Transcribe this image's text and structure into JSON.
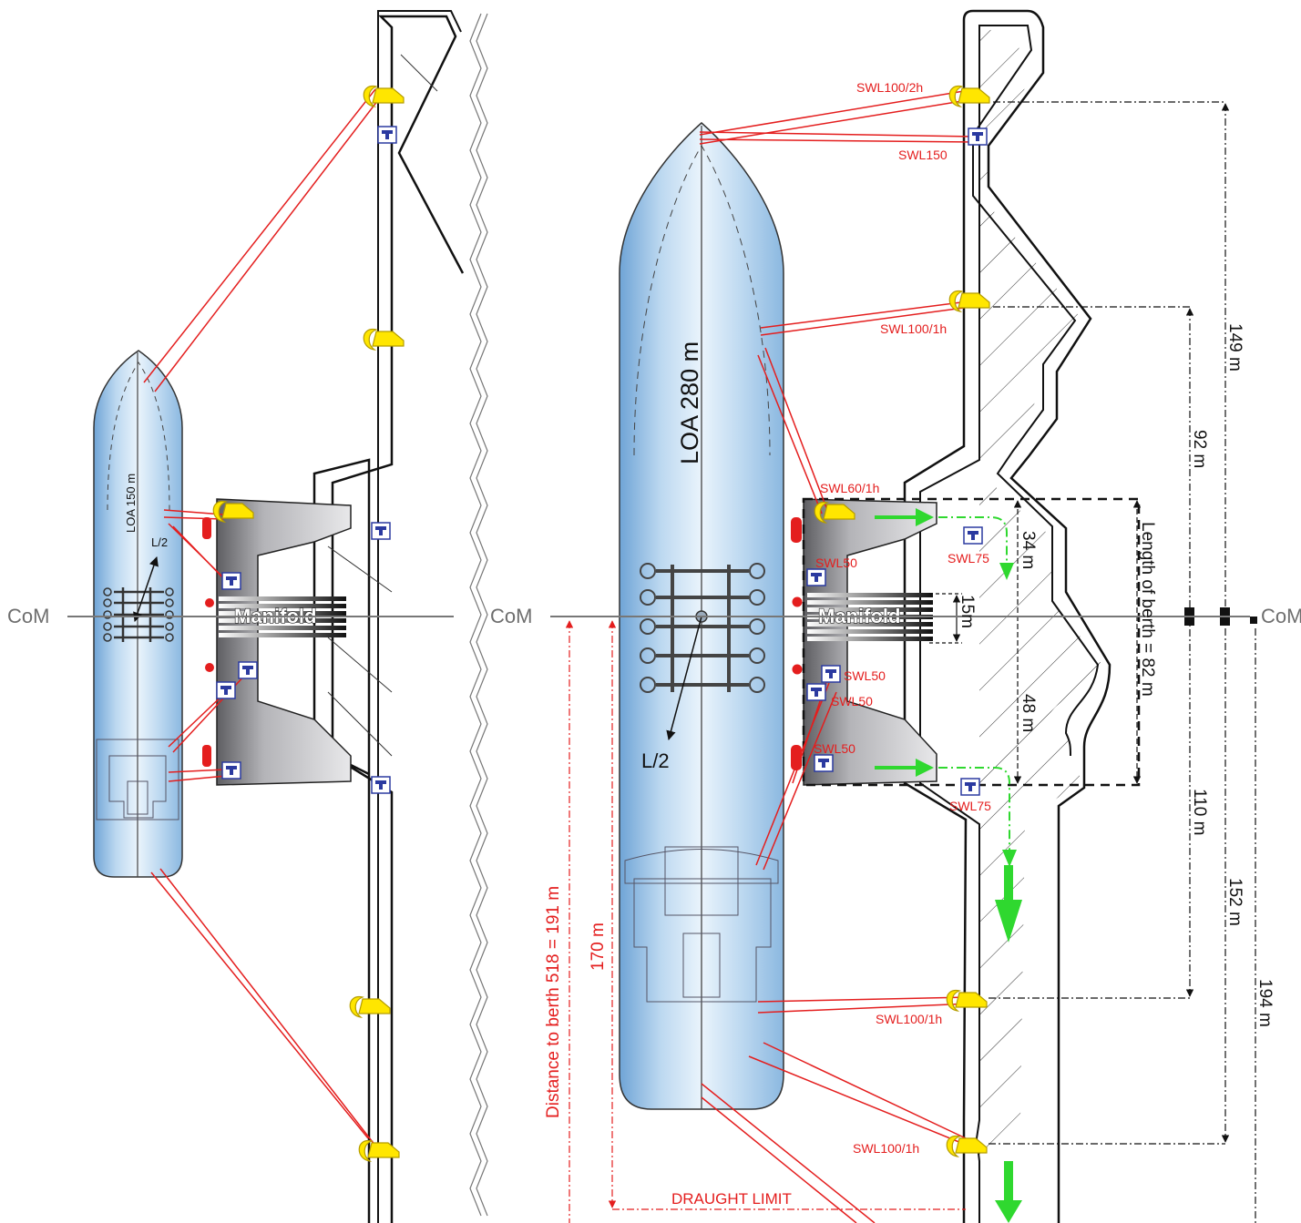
{
  "com_label": "CoM",
  "manifold_label": "Manifold",
  "half_length_label": "L/2",
  "small_ship": {
    "loa_label": "LOA  150 m"
  },
  "large_ship": {
    "loa_label": "LOA  280 m"
  },
  "equipment": {
    "hook_top": "SWL100/2h",
    "bollard_top": "SWL150",
    "hook_upper": "SWL100/1h",
    "hook_platform": "SWL60/1h",
    "bollard_platform_1": "SWL50",
    "bollard_platform_2": "SWL50",
    "bollard_platform_3": "SWL50",
    "bollard_platform_4": "SWL50",
    "bollard_shore_upper": "SWL75",
    "bollard_shore_lower": "SWL75",
    "hook_lower_1": "SWL100/1h",
    "hook_lower_2": "SWL100/1h"
  },
  "dimensions": {
    "d149": "149 m",
    "d92": "92 m",
    "d34": "34 m",
    "d15": "15m",
    "d48": "48 m",
    "berth_length": "Length of berth = 82 m",
    "d110": "110 m",
    "d152": "152 m",
    "d194": "194 m",
    "distance_to_berth": "Distance to berth 518 = 191 m",
    "d170": "170 m",
    "draught_limit": "DRAUGHT LIMIT"
  },
  "colors": {
    "mooring_line": "#e41e1e",
    "flow_arrow": "#2fd82f",
    "hook": "#ffe600",
    "bollard": "#2b3aa0",
    "platform": "#8a8a8e",
    "hull": "#bcd8f0"
  }
}
